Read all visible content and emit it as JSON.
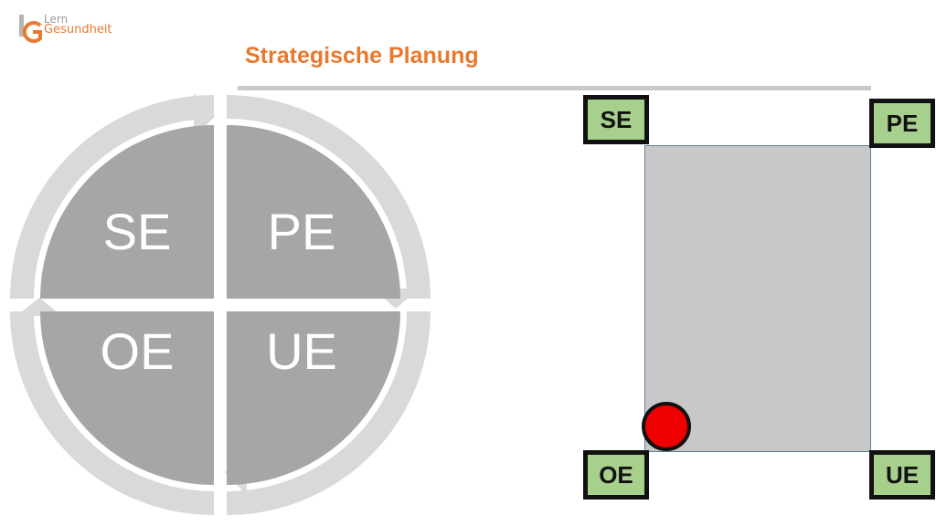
{
  "logo": {
    "line1": "Lern",
    "line2": "Gesundheit"
  },
  "title": "Strategische Planung",
  "cycle": {
    "quadrants": [
      "SE",
      "PE",
      "OE",
      "UE"
    ]
  },
  "matrix": {
    "corners": [
      "SE",
      "PE",
      "OE",
      "UE"
    ],
    "marker": "OE"
  },
  "colors": {
    "accent": "#e8792e",
    "quadrant": "#a6a6a6",
    "arrow": "#d9d9d9",
    "corner_fill": "#a8d08d",
    "marker": "#ee0000",
    "matrix_fill": "#c8c8c8"
  }
}
